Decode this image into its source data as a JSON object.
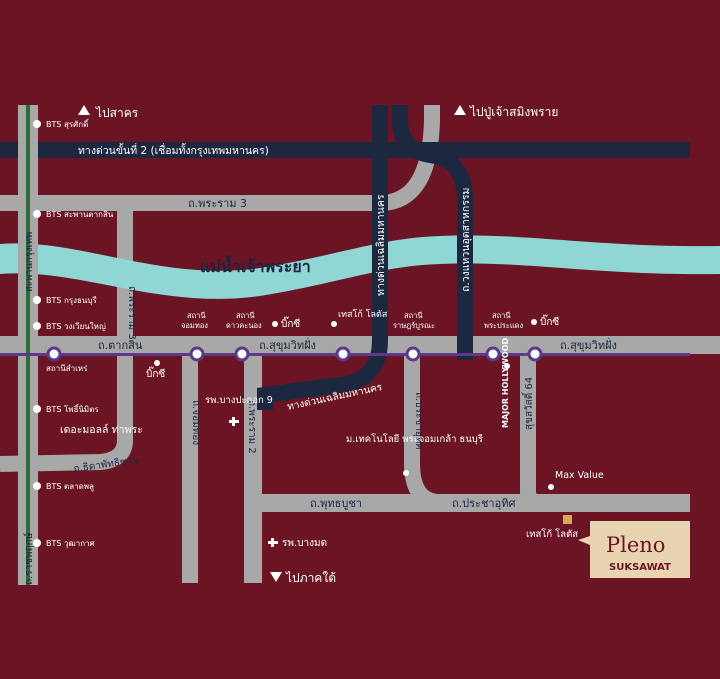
{
  "colors": {
    "background": "#6b1524",
    "road_gray": "#a8a8a8",
    "expressway_navy": "#1c2840",
    "river": "#8fd6d4",
    "bts_green": "#2f6b3a",
    "white": "#ffffff",
    "gold": "#d4a957",
    "pleno_box": "#e8d4b0"
  },
  "destinations": {
    "samut_sakhon": "ไปสาคร",
    "pu_chao": "ไปปู่เจ้าสมิงพราย",
    "south": "ไปภาคใต้"
  },
  "expressways": {
    "second_stage": "ทางด่วนขั้นที่ 2 (เชื่อมทั้งกรุงเทพมหานคร)",
    "chaloem_mahanakhon_v": "ทางด่วนเฉลิมมหานคร",
    "chaloem_mahanakhon_diag": "ทางด่วนเฉลิมมหานคร",
    "kanchanaphisek": "ถ.วงแหวนอุตสาหกรรม"
  },
  "river": {
    "label": "แม่น้ำเจ้าพระยา"
  },
  "roads": {
    "rama3_top": "ถ.พระราม 3",
    "rama3_vertical": "ถ.พระราม 3",
    "taksin": "ถ.ตากสิน",
    "sukhumvit_left": "ถ.สุขุมวิทฝั่ง",
    "sukhumvit_right": "ถ.สุขุมวิทฝั่ง",
    "ratchaphruek": "ถ.ราชพฤกษ์",
    "sathorn_bridge": "สะพานกรุงเทพ",
    "suksawat": "ถ.ธิดาพัทธิชาน",
    "chom_thong": "ถ.จอมทอง",
    "rama2": "ถ.พระราม 2",
    "pracha_uthit_v": "ถ.ประชาอุทิศ",
    "suksawat64": "สุขสวัสดิ์ 64",
    "phutthabucha": "ถ.พุทธบูชา",
    "pracha_uthit_h": "ถ.ประชาอุทิศ"
  },
  "bts_stations": [
    {
      "name": "BTS สุรศักดิ์"
    },
    {
      "name": "BTS สะพานตากสิน"
    },
    {
      "name": "BTS กรุงธนบุรี"
    },
    {
      "name": "BTS วงเวียนใหญ่"
    },
    {
      "name": "สถานีสำเหร่"
    },
    {
      "name": "BTS โพธิ์นิมิตร"
    },
    {
      "name": "BTS ตลาดพลู"
    },
    {
      "name": "BTS วุฒากาศ"
    }
  ],
  "stations": [
    {
      "line1": "สถานี",
      "line2": "จอมทอง"
    },
    {
      "line1": "สถานี",
      "line2": "ดาวคะนอง"
    },
    {
      "line1": "สถานี",
      "line2": "ราษฎร์บูรณะ"
    },
    {
      "line1": "สถานี",
      "line2": "พระประแดง"
    }
  ],
  "places": {
    "bigc_1": "บิ๊กซี",
    "bigc_2": "บิ๊กซี",
    "bigc_3": "บิ๊กซี",
    "lotus_1": "เทสโก้ โลตัส",
    "hospital_bangpakok": "รพ.บางปะกอก 9",
    "the_mall": "เดอะมอลล์ ท่าพระ",
    "major": "MAJOR HOLLYWOOD",
    "kmutt": "ม.เทคโนโลยี พระจอมเกล้า ธนบุรี",
    "max_value": "Max Value",
    "hospital_bangmod": "รพ.บางมด",
    "lotus_2": "เทสโก้ โลตัส"
  },
  "project": {
    "brand": "Pleno",
    "location": "SUKSAWAT"
  }
}
